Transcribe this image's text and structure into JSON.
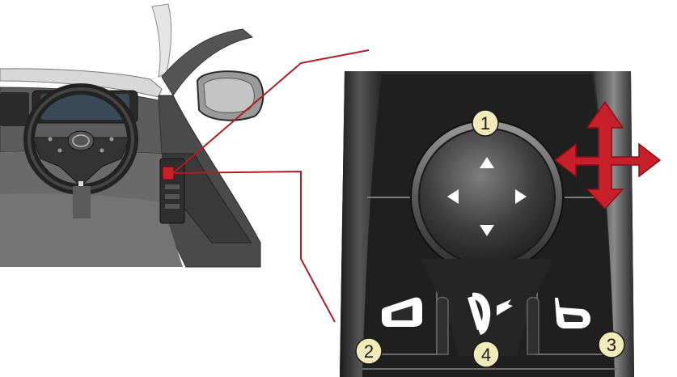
{
  "figure": {
    "callouts": [
      {
        "number": "1"
      },
      {
        "number": "2"
      },
      {
        "number": "3"
      },
      {
        "number": "4"
      }
    ],
    "controls": {
      "joystick_arrows": [
        "up",
        "left",
        "right",
        "down"
      ],
      "left_mirror_icon": "left-mirror-icon",
      "right_mirror_icon": "right-mirror-icon",
      "fold_mirror_icon": "mirror-fold-icon",
      "direction_indicator_icon": "four-way-arrow-icon"
    },
    "colors": {
      "leader_line": "#b01c24",
      "arrow_red": "#c8202a",
      "callout_fill": "#f2eab8",
      "panel_dark": "#2b2b2b",
      "highlight_switch": "#c8202a"
    }
  }
}
